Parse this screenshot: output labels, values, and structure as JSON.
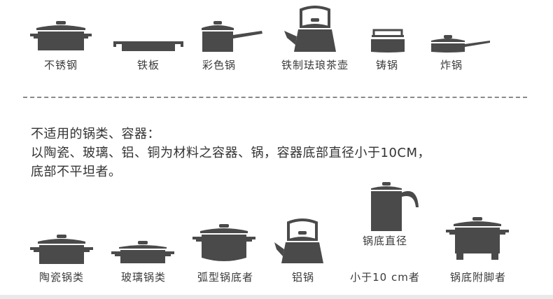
{
  "colors": {
    "icon": "#4a4a4a",
    "text": "#3a3a3a",
    "divider": "#8a8a8a"
  },
  "suitable": {
    "items": [
      {
        "icon": "stockpot-icon",
        "label": "不锈钢"
      },
      {
        "icon": "griddle-icon",
        "label": "铁板"
      },
      {
        "icon": "saucepan-icon",
        "label": "彩色锅"
      },
      {
        "icon": "kettle-icon",
        "label": "铁制珐琅茶壶"
      },
      {
        "icon": "cast-pot-icon",
        "label": "铸锅"
      },
      {
        "icon": "frying-pan-icon",
        "label": "炸锅"
      }
    ]
  },
  "notes": {
    "line1": "不适用的锅类、容器：",
    "line2": "以陶瓷、玻璃、铝、铜为材料之容器、锅，容器底部直径小于10CM，",
    "line3": "底部不平坦者。"
  },
  "unsuitable": {
    "items": [
      {
        "icon": "ceramic-pot-icon",
        "label": "陶瓷锅类"
      },
      {
        "icon": "glass-pot-icon",
        "label": "玻璃锅类"
      },
      {
        "icon": "curved-pot-icon",
        "label": "弧型锅底者"
      },
      {
        "icon": "aluminum-kettle-icon",
        "label": "铝锅"
      },
      {
        "icon": "narrow-pot-icon",
        "label_line1": "锅底直径",
        "label_line2": "小于10 cm者"
      },
      {
        "icon": "footed-pot-icon",
        "label": "锅底附脚者"
      }
    ]
  }
}
